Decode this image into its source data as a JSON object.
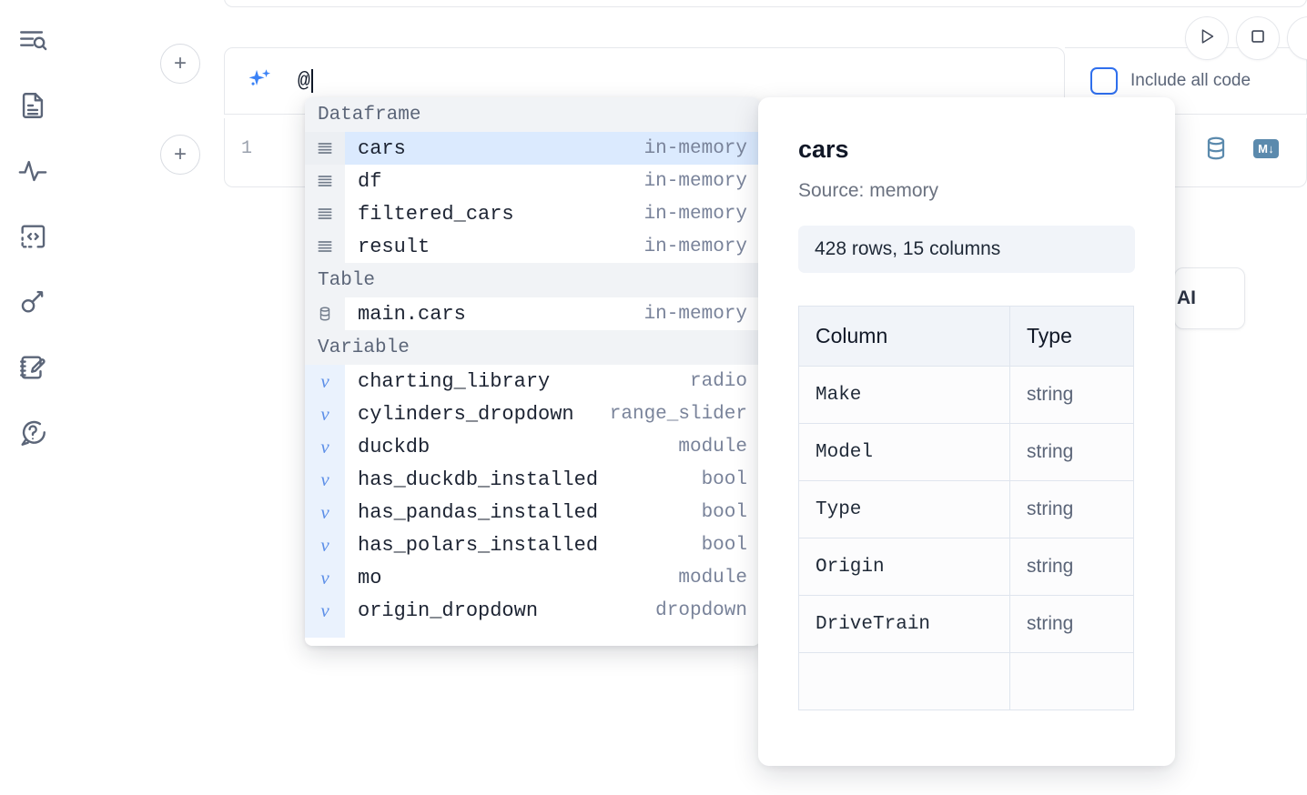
{
  "sidebar": {
    "items": [
      {
        "name": "outline-search-icon",
        "label": "Explore / Outline"
      },
      {
        "name": "file-text-icon",
        "label": "Notebook file"
      },
      {
        "name": "activity-icon",
        "label": "Activity / Runtime"
      },
      {
        "name": "code-block-icon",
        "label": "Snippets"
      },
      {
        "name": "key-icon",
        "label": "Secrets"
      },
      {
        "name": "scratchpad-icon",
        "label": "Scratchpad"
      },
      {
        "name": "help-chat-icon",
        "label": "Help"
      }
    ]
  },
  "top_actions": [
    {
      "name": "run-button",
      "label": "Run"
    },
    {
      "name": "stop-button",
      "label": "Interrupt"
    },
    {
      "name": "more-button",
      "label": "More"
    }
  ],
  "ai_prompt": {
    "icon": "sparkle-icon",
    "value": "@",
    "add_cell_label": "+",
    "include_all_code": {
      "label": "Include all code",
      "checked": false
    }
  },
  "code_cell": {
    "line_number": "1",
    "tools": [
      {
        "name": "database-icon",
        "label": "SQL cell"
      },
      {
        "name": "markdown-icon",
        "label": "M↓"
      }
    ]
  },
  "ai_chip": {
    "label": "AI"
  },
  "autocomplete": {
    "groups": [
      {
        "label": "Dataframe",
        "items": [
          {
            "icon": "dataframe-icon",
            "name": "cars",
            "type": "in-memory",
            "selected": true
          },
          {
            "icon": "dataframe-icon",
            "name": "df",
            "type": "in-memory",
            "selected": false
          },
          {
            "icon": "dataframe-icon",
            "name": "filtered_cars",
            "type": "in-memory",
            "selected": false
          },
          {
            "icon": "dataframe-icon",
            "name": "result",
            "type": "in-memory",
            "selected": false
          }
        ]
      },
      {
        "label": "Table",
        "items": [
          {
            "icon": "table-icon",
            "name": "main.cars",
            "type": "in-memory",
            "selected": false
          }
        ]
      },
      {
        "label": "Variable",
        "items": [
          {
            "icon": "variable-icon",
            "name": "charting_library",
            "type": "radio",
            "selected": false
          },
          {
            "icon": "variable-icon",
            "name": "cylinders_dropdown",
            "type": "range_slider",
            "selected": false
          },
          {
            "icon": "variable-icon",
            "name": "duckdb",
            "type": "module",
            "selected": false
          },
          {
            "icon": "variable-icon",
            "name": "has_duckdb_installed",
            "type": "bool",
            "selected": false
          },
          {
            "icon": "variable-icon",
            "name": "has_pandas_installed",
            "type": "bool",
            "selected": false
          },
          {
            "icon": "variable-icon",
            "name": "has_polars_installed",
            "type": "bool",
            "selected": false
          },
          {
            "icon": "variable-icon",
            "name": "mo",
            "type": "module",
            "selected": false
          },
          {
            "icon": "variable-icon",
            "name": "origin_dropdown",
            "type": "dropdown",
            "selected": false
          }
        ]
      }
    ]
  },
  "doc_panel": {
    "title": "cars",
    "source": "Source: memory",
    "shape": "428 rows, 15 columns",
    "table": {
      "headers": [
        "Column",
        "Type"
      ],
      "rows": [
        [
          "Make",
          "string"
        ],
        [
          "Model",
          "string"
        ],
        [
          "Type",
          "string"
        ],
        [
          "Origin",
          "string"
        ],
        [
          "DriveTrain",
          "string"
        ]
      ]
    }
  }
}
